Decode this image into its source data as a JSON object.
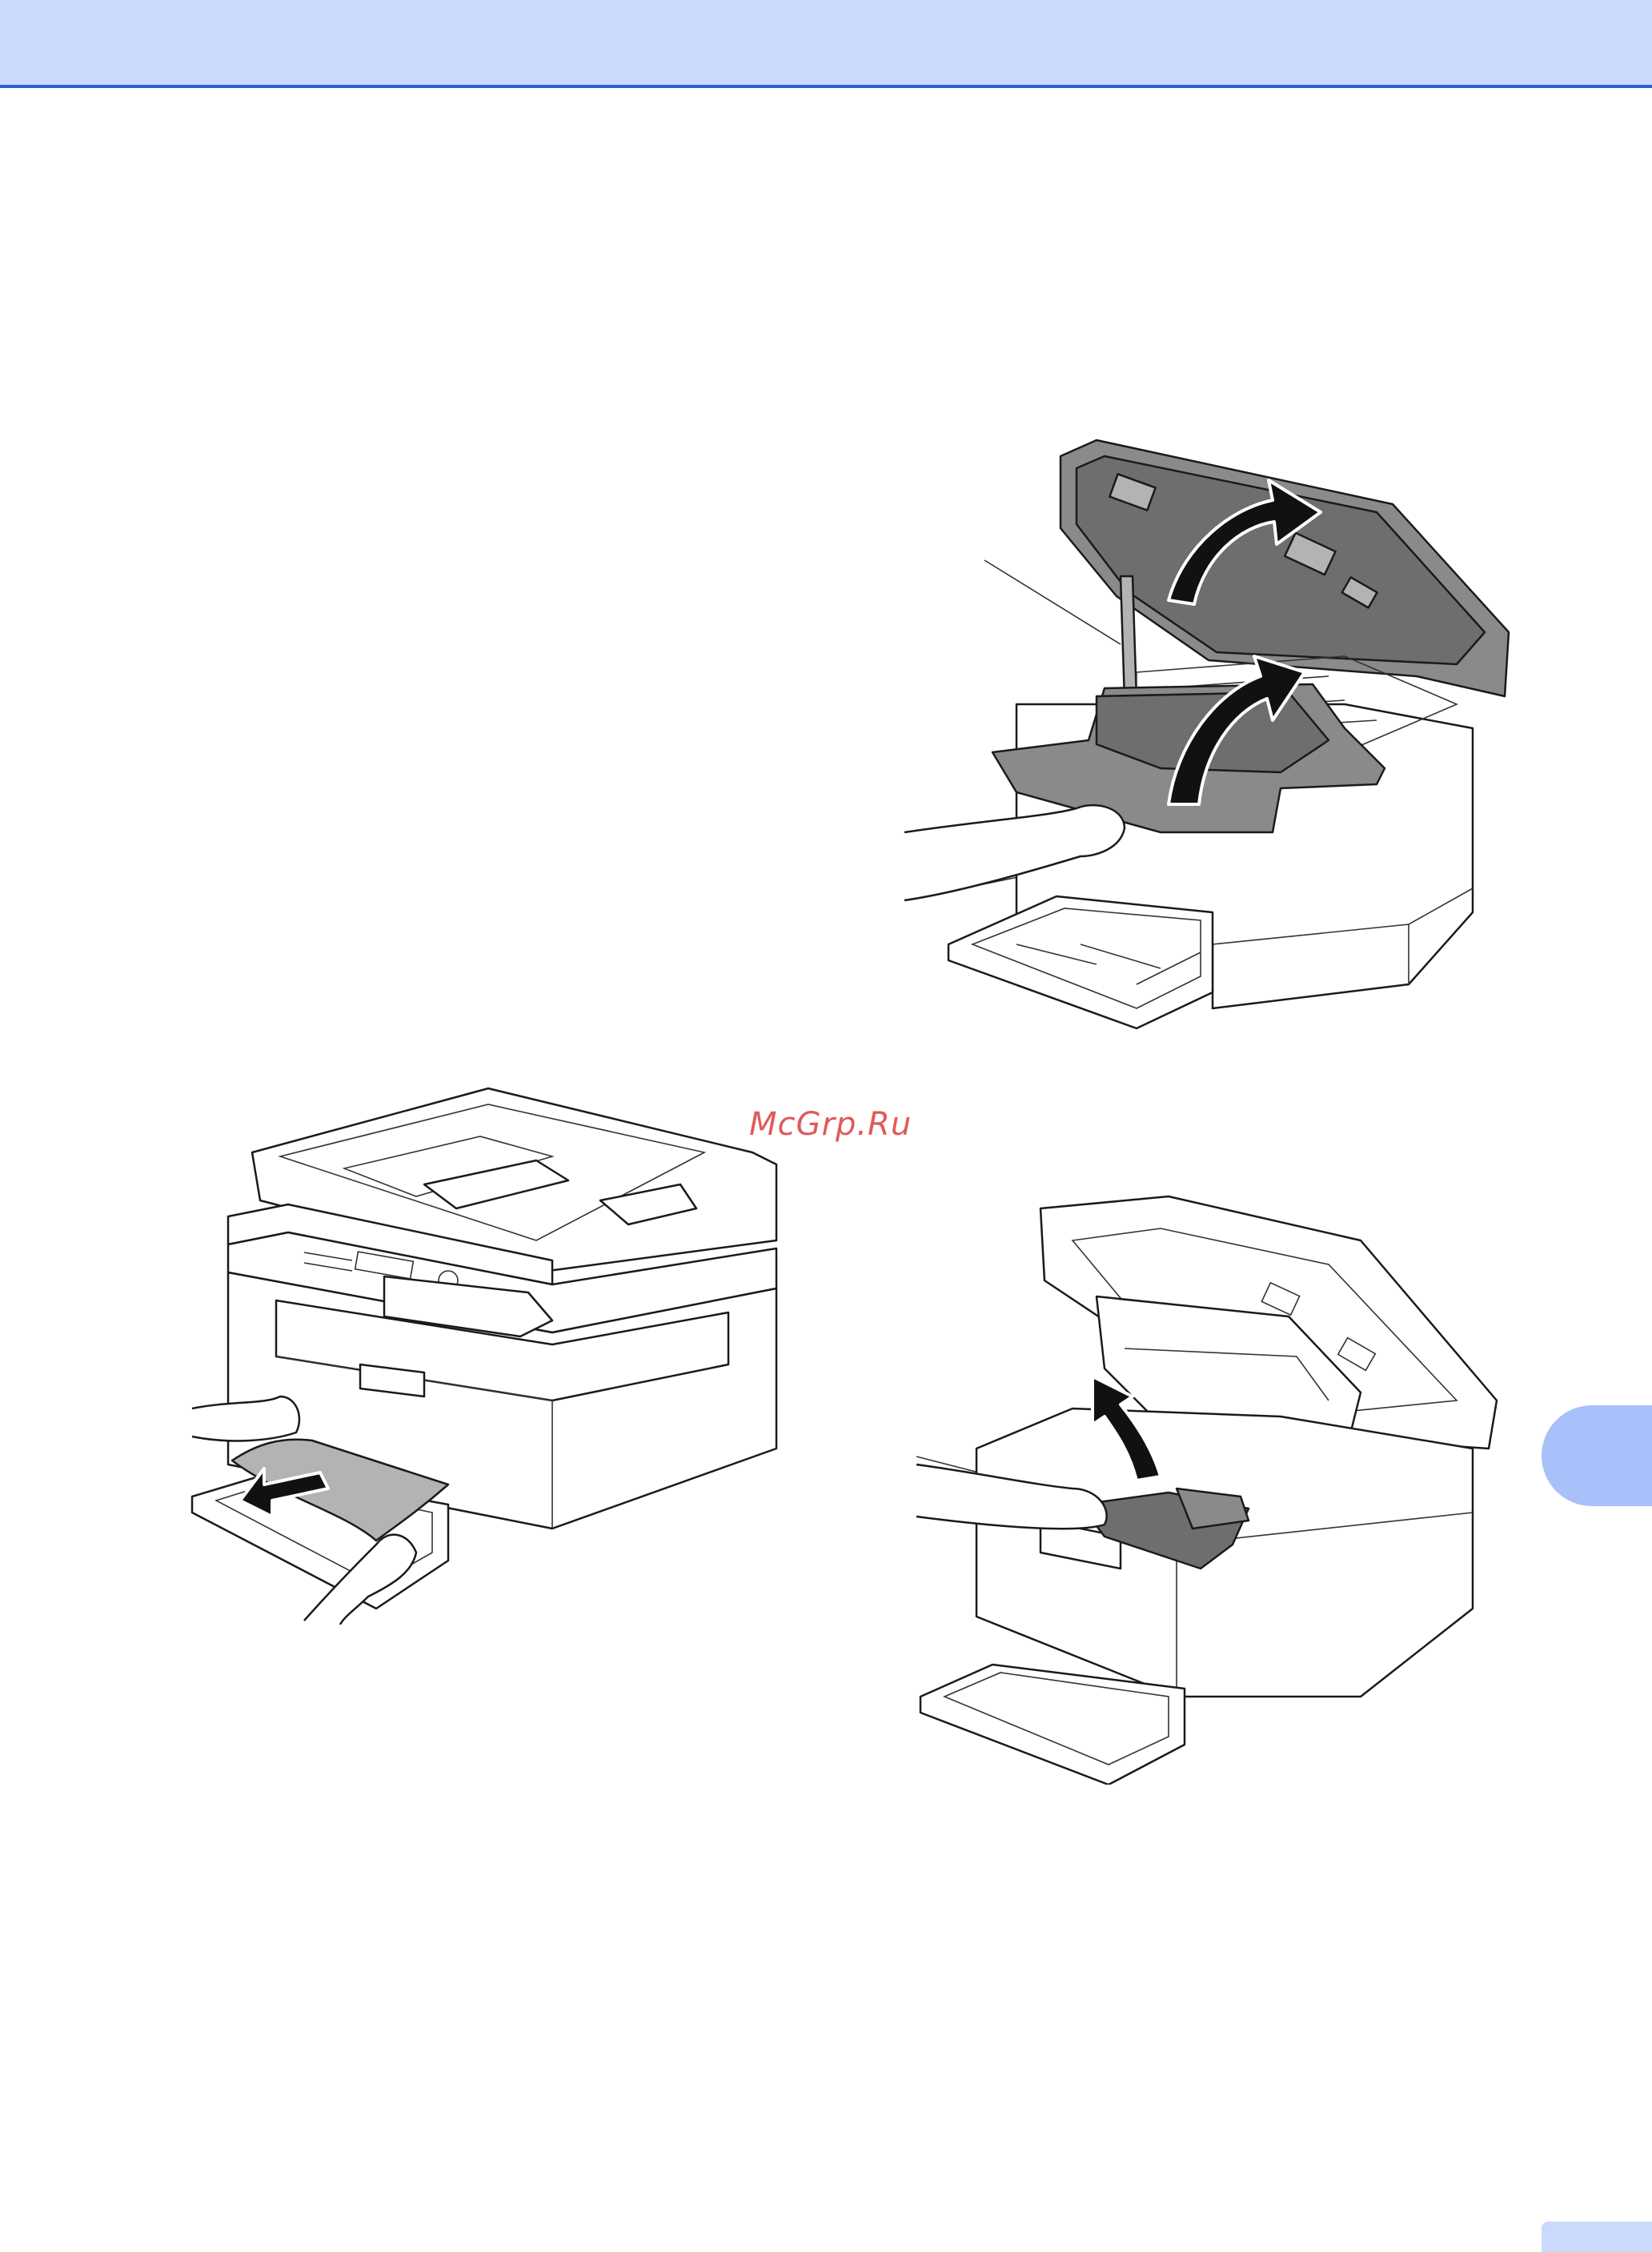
{
  "watermark": {
    "text": "McGrp.Ru"
  },
  "colors": {
    "header_band": "#c9dafc",
    "header_rule": "#2f5fd6",
    "chapter_tab": "#a8c1fa",
    "watermark": "#e05a5a"
  },
  "figures": [
    {
      "id": "open-scanner-and-top-cover",
      "icon": "printer-open-cover-illustration"
    },
    {
      "id": "pull-jammed-paper-from-tray",
      "icon": "printer-paper-removal-illustration"
    },
    {
      "id": "remove-drum-and-toner-assembly",
      "icon": "printer-drum-removal-illustration"
    }
  ]
}
